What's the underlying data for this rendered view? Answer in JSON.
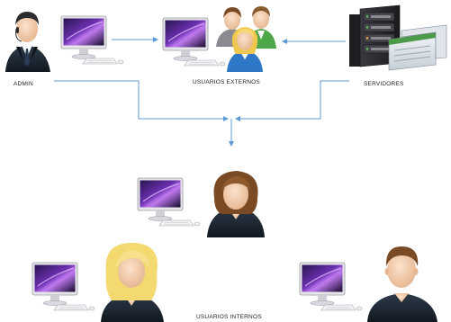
{
  "labels": {
    "admin": "ADMIN",
    "external_users": "USUARIOS EXTERNOS",
    "servers": "SERVIDORES",
    "internal_users": "USUARIOS INTERNOS"
  },
  "colors": {
    "connector": "#5b9bd5",
    "screen_dark": "#1b0f38",
    "screen_glow": "#a04be0",
    "monitor_body": "#e8e8ec",
    "suit": "#1c2733",
    "skin": "#f3d2b6",
    "hair_brown": "#7a4a24",
    "hair_blond": "#f4d870",
    "server_dark": "#2a2a2e"
  },
  "icons": {
    "admin": "admin-user-icon",
    "computer": "computer-monitor-icon",
    "group": "user-group-icon",
    "server": "server-rack-icon",
    "woman_brown": "woman-user-icon",
    "woman_blond": "woman-user-icon",
    "man": "man-user-icon"
  }
}
